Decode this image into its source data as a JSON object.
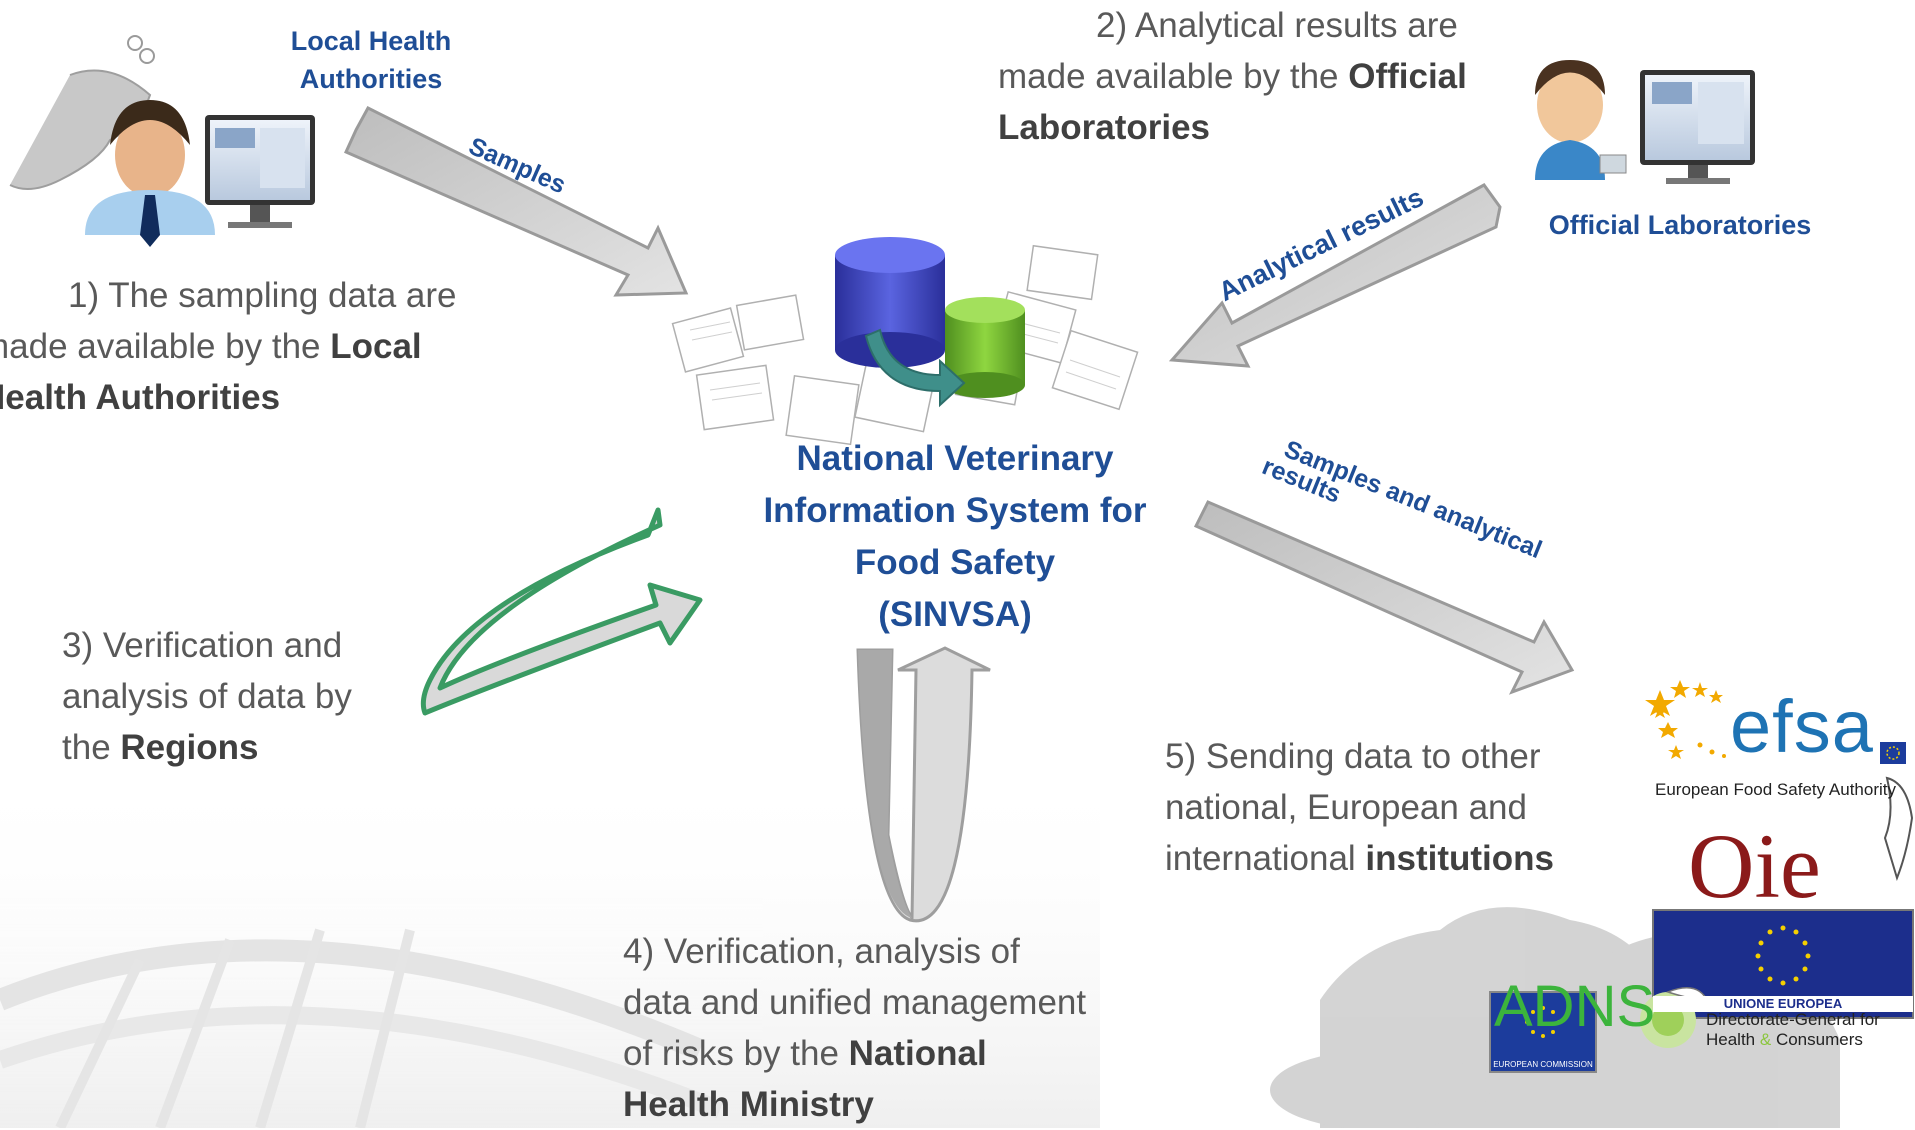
{
  "actors": {
    "local_health": "Local Health\nAuthorities",
    "official_labs": "Official Laboratories"
  },
  "arrows": {
    "samples": "Samples",
    "analytical_results": "Analytical results",
    "samples_and_results_line1": "Samples and analytical",
    "samples_and_results_line2": "results"
  },
  "center": {
    "title_line1": "National Veterinary",
    "title_line2": "Information System for",
    "title_line3": "Food Safety",
    "title_line4": "(SINVSA)"
  },
  "steps": {
    "step1": {
      "line1": "1) The sampling data are",
      "line2_pre": "made available by the ",
      "line2_bold": "Local",
      "line3_bold": "Health Authorities"
    },
    "step2": {
      "line1": "2) Analytical results are",
      "line2_pre": "made available by the ",
      "line2_bold": "Official",
      "line3_bold": "Laboratories"
    },
    "step3": {
      "line1": "3) Verification and",
      "line2": "analysis of data by",
      "line3_pre": "the ",
      "line3_bold": "Regions"
    },
    "step4": {
      "line1": "4) Verification, analysis of",
      "line2": "data and unified management",
      "line3_pre": "of risks by the ",
      "line3_bold": "National",
      "line4_bold": "Health Ministry"
    },
    "step5": {
      "line1": "5) Sending data to other",
      "line2": "national, European and",
      "line3_pre": "international ",
      "line3_bold": "institutions"
    }
  },
  "logos": {
    "efsa_wordmark": "efsa",
    "efsa_caption": "European Food Safety Authority",
    "oie_wordmark": "Oie",
    "eu_caption": "UNIONE EUROPEA",
    "ec_caption": "EUROPEAN COMMISSION",
    "adns": "ADNS",
    "dg_line1": "Directorate-General for",
    "dg_line2_pre": "Health ",
    "dg_amp": "&",
    "dg_line2_post": " Consumers"
  },
  "colors": {
    "blue_text": "#1f4e96",
    "body_text": "#595959",
    "arrow_grey": "#d4d4d4",
    "arrow_green": "#3a9b63",
    "efsa_blue": "#1e73b4",
    "oie_red": "#8b1a1a",
    "eu_blue": "#1c2e8c",
    "adns_green": "#3cb43c"
  }
}
